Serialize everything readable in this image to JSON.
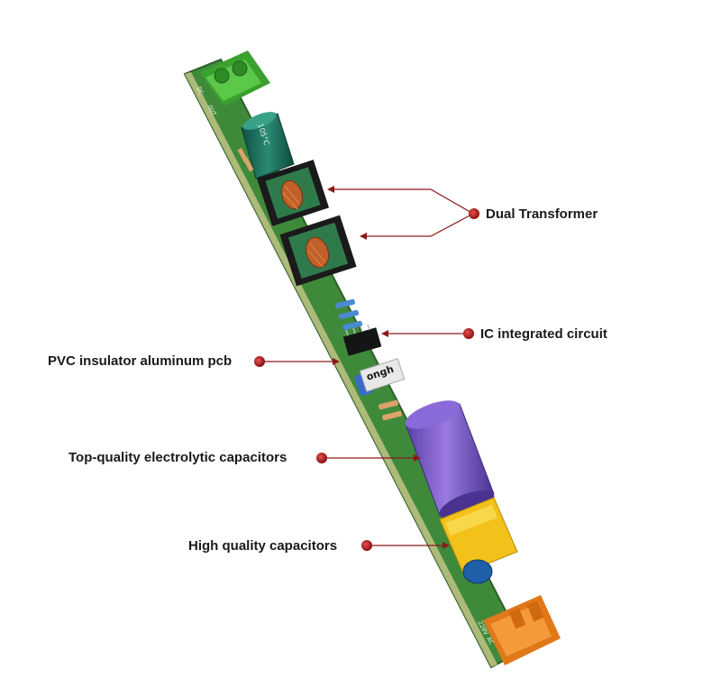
{
  "colors": {
    "board": "#3f8a3a",
    "board_edge": "#2b5f27",
    "silk": "#e8eedc",
    "leader": "#8a1a1a",
    "dot": "#b01e1e",
    "terminal_green": "#4caf3a",
    "terminal_orange": "#f08a1e",
    "capacitor_purple": "#7a58c8",
    "capacitor_yellow": "#f2c21a",
    "capacitor_teal": "#1f6f5e"
  },
  "board_markings": {
    "top_dc": "DC",
    "top_out": "OUT",
    "bottom_ac": "AC",
    "bottom_220v": "220V",
    "cap_rating": "105°C",
    "brand": "ongh"
  },
  "callouts": {
    "dual_transformer": "Dual Transformer",
    "ic": "IC integrated circuit",
    "pcb": "PVC insulator aluminum pcb",
    "electrolytic": "Top-quality electrolytic capacitors",
    "capacitors": "High quality capacitors"
  }
}
